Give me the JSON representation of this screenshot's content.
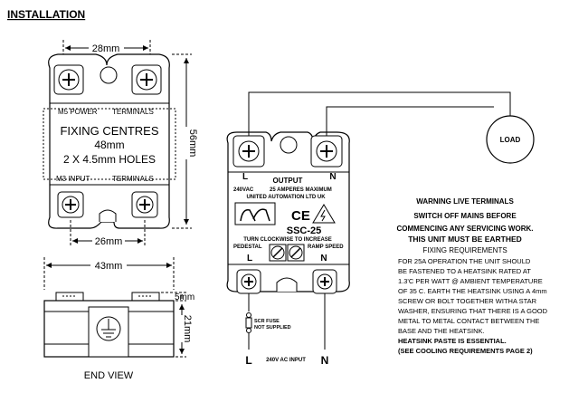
{
  "heading": "INSTALLATION",
  "top_view": {
    "dim_top": "28mm",
    "dim_side": "56mm",
    "dim_bottom": "26mm",
    "label_power": "M5 POWER",
    "label_power_terminals": "TERMINALS",
    "fixing_title": "FIXING CENTRES",
    "fixing_distance": "48mm",
    "fixing_holes": "2 X 4.5mm HOLES",
    "label_input": "M3  INPUT",
    "label_input_terminals": "TERMINALS"
  },
  "width_dim": "43mm",
  "end_view": {
    "dim_5": "5mm",
    "dim_21": "21mm",
    "caption": "END VIEW"
  },
  "unit": {
    "label_l_top": "L",
    "label_n_top": "N",
    "output": "OUTPUT",
    "vac": "240VAC",
    "amperes": "25 AMPERES MAXIMUM",
    "maker": "UNITED AUTOMATION LTD UK",
    "ce": "CE",
    "model": "SSC-25",
    "turn": "TURN CLOCKWISE TO INCREASE",
    "pedestal": "PEDESTAL",
    "ramp": "RAMP SPEED",
    "label_l_bottom": "L",
    "label_n_bottom": "N"
  },
  "wiring": {
    "load": "LOAD",
    "scr_fuse": "SCR FUSE",
    "not_supplied": "NOT SUPPLIED",
    "supply_l": "L",
    "supply_n": "N",
    "supply": "240V  AC  INPUT"
  },
  "notes": {
    "warning_1": "WARNING LIVE TERMINALS",
    "warning_2": "SWITCH OFF MAINS BEFORE",
    "warning_3": "COMMENCING ANY SERVICING WORK.",
    "earthed": "THIS UNIT MUST BE EARTHED",
    "fixing_req": "FIXING REQUIREMENTS",
    "lines": [
      "FOR 25A OPERATION THE UNIT SHOULD",
      "BE FASTENED TO A HEATSINK RATED AT",
      "1.3'C PER WATT @ AMBIENT TEMPERATURE",
      "OF 35 C.  EARTH THE HEATSINK USING A 4mm",
      "SCREW OR BOLT TOGETHER WITHA STAR",
      "WASHER, ENSURING THAT THERE IS A GOOD",
      "METAL TO METAL CONTACT BETWEEN THE",
      "BASE AND THE HEATSINK.",
      "HEATSINK PASTE IS ESSENTIAL.",
      "(SEE COOLING REQUIREMENTS PAGE 2)"
    ]
  }
}
